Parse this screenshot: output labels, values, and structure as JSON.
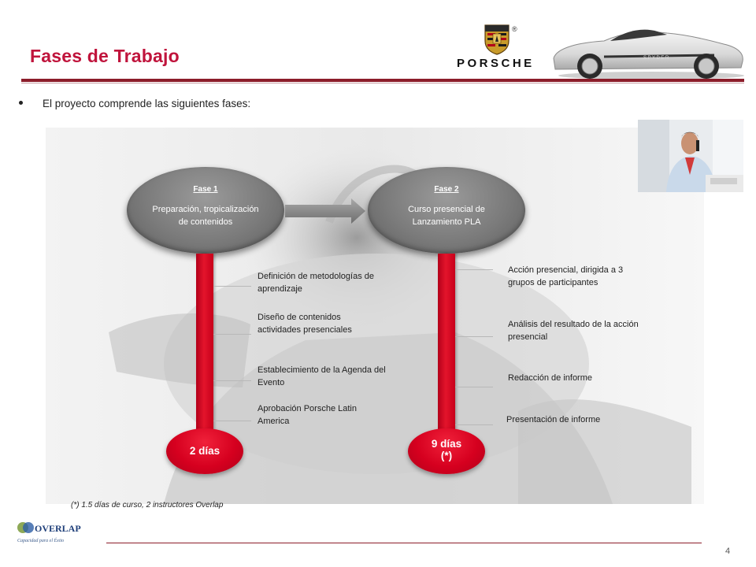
{
  "header": {
    "title": "Fases de Trabajo",
    "brand_wordmark": "PORSCHE",
    "registered_mark": "®"
  },
  "intro": {
    "bullet": "El proyecto comprende las siguientes fases:"
  },
  "phases": [
    {
      "title": "Fase 1",
      "desc": "Preparación, tropicalización de contenidos",
      "duration": "2 días",
      "tasks": [
        "Definición de metodologías de aprendizaje",
        "Diseño de contenidos actividades presenciales",
        "Establecimiento de la Agenda del Evento",
        "Aprobación Porsche Latin America"
      ]
    },
    {
      "title": "Fase 2",
      "desc": "Curso presencial de Lanzamiento PLA",
      "duration_line1": "9 días",
      "duration_line2": "(*)",
      "tasks": [
        "Acción presencial, dirigida a 3 grupos de participantes",
        "Análisis del resultado de la acción presencial",
        "Redacción de informe",
        "Presentación de informe"
      ]
    }
  ],
  "footnote": "(*) 1.5 días de curso, 2 instructores Overlap",
  "footer": {
    "logo_text": "OVERLAP",
    "logo_tagline": "Capacidad para el Éxito",
    "page_number": "4"
  },
  "colors": {
    "accent": "#c0143c",
    "rule": "#8c1d2a",
    "bar_red": "#e3142b",
    "phase_gray": "#7b7b7b"
  }
}
